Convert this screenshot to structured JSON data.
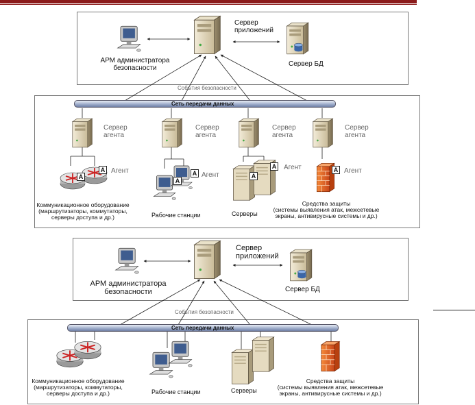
{
  "diagram1": {
    "app_server": "Сервер\nприложений",
    "arm_admin": "АРМ администратора\nбезопасности",
    "db_server": "Сервер БД",
    "events": "События безопасности",
    "network": "Сеть передачи данных",
    "agent_server": "Сервер\nагента",
    "agent": "Агент",
    "agent_letter": "A",
    "comm_equipment": "Коммуникационное оборудование\n(маршрутизаторы, коммутаторы,\nсерверы доступа и др.)",
    "workstations": "Рабочие станции",
    "servers": "Серверы",
    "protection": "Средства защиты\n(системы выявления атак, межсетевые\nэкраны, антивирусные системы и др.)"
  },
  "diagram2": {
    "app_server": "Сервер\nприложений",
    "arm_admin": "АРМ администратора\nбезопасности",
    "db_server": "Сервер БД",
    "events": "События безопасности",
    "network": "Сеть передачи данных",
    "comm_equipment": "Коммуникационное оборудование\n(маршрутизаторы, коммутаторы,\nсерверы доступа и др.)",
    "workstations": "Рабочие станции",
    "servers": "Серверы",
    "protection": "Средства защиты\n(системы выявления атак, межсетевые\nэкраны, антивирусные системы и др.)"
  },
  "colors": {
    "bus": "#8fa0c4",
    "firewall": "#e8641e",
    "server": "#d8ccb0",
    "accent_bar": "#8b1a1a"
  }
}
